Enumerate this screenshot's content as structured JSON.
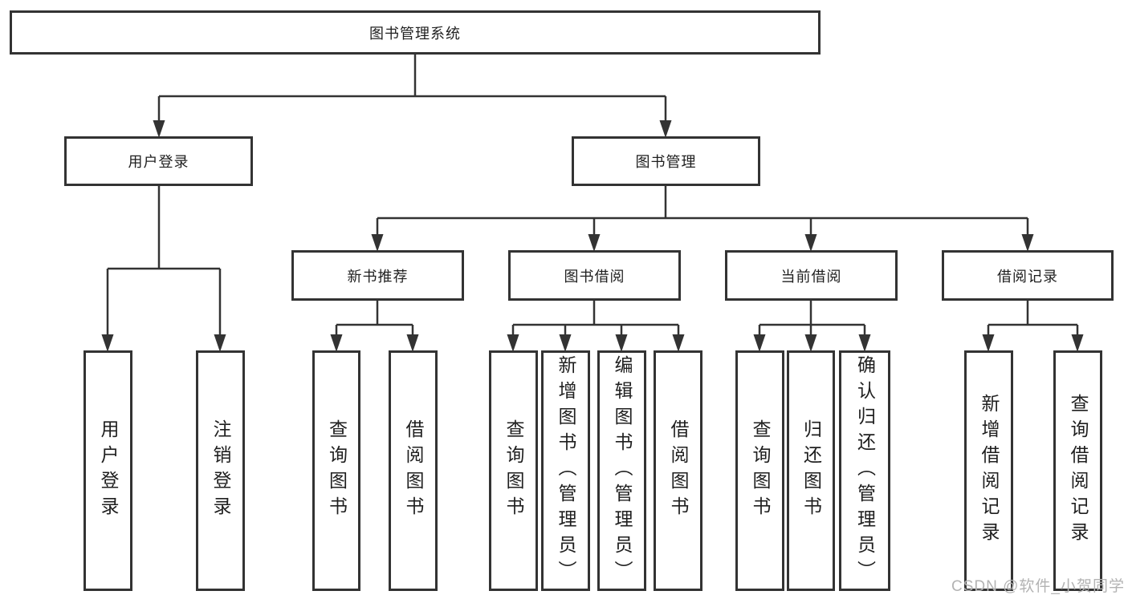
{
  "tree": {
    "label": "图书管理系统",
    "children": [
      {
        "label": "用户登录",
        "children": [
          {
            "label": "用户登录"
          },
          {
            "label": "注销登录"
          }
        ]
      },
      {
        "label": "图书管理",
        "children": [
          {
            "label": "新书推荐",
            "children": [
              {
                "label": "查询图书"
              },
              {
                "label": "借阅图书"
              }
            ]
          },
          {
            "label": "图书借阅",
            "children": [
              {
                "label": "查询图书"
              },
              {
                "label": "新增图书（管理员）"
              },
              {
                "label": "编辑图书（管理员）"
              },
              {
                "label": "借阅图书"
              }
            ]
          },
          {
            "label": "当前借阅",
            "children": [
              {
                "label": "查询图书"
              },
              {
                "label": "归还图书"
              },
              {
                "label": "确认归还（管理员）"
              }
            ]
          },
          {
            "label": "借阅记录",
            "children": [
              {
                "label": "新增借阅记录"
              },
              {
                "label": "查询借阅记录"
              }
            ]
          }
        ]
      }
    ]
  },
  "watermark": {
    "text": "CSDN @软件_小贺同学"
  },
  "colors": {
    "line": "#333333",
    "border": "#333333",
    "text": "#1f1f1f",
    "background": "#ffffff",
    "watermark": "#b3b3b3"
  }
}
